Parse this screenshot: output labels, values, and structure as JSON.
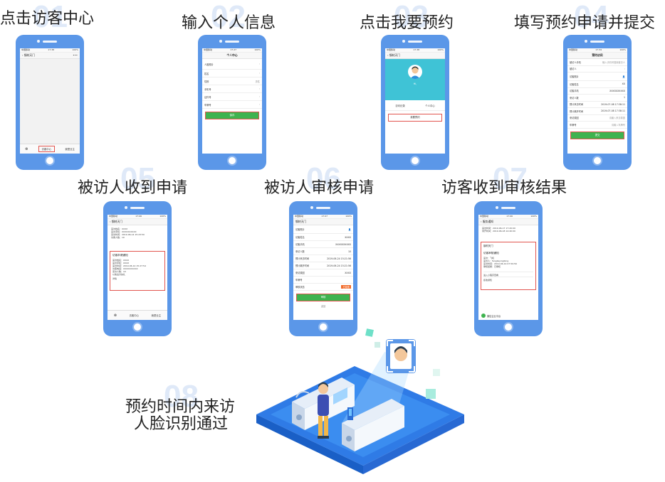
{
  "steps": [
    {
      "num": "01",
      "title": "点击访客中心",
      "screen": {
        "nav": "钢材天门",
        "tabs": [
          "访客中心",
          "我是业主"
        ]
      }
    },
    {
      "num": "02",
      "title": "输入个人信息",
      "screen": {
        "nav": "个人中心",
        "rows": [
          "人脸照片",
          "姓名",
          "性别",
          "手机号",
          "证件号",
          "车牌号"
        ],
        "gender": "男性",
        "button": "保存"
      }
    },
    {
      "num": "03",
      "title": "点击我要预约",
      "screen": {
        "nav": "钢材天门",
        "avatar_label": "Hi,",
        "buttons": [
          "访问记录",
          "个人中心"
        ],
        "primary": "我要预约"
      }
    },
    {
      "num": "04",
      "title": "填写预约申请并提交",
      "screen": {
        "nav": "预约访问",
        "rows": [
          "被访人手机",
          "被访人",
          "访客照片",
          "访客姓名",
          "访客手机",
          "来访人数",
          "预计来访时间",
          "预计离开时间",
          "来访原因",
          "车牌号"
        ],
        "values": [
          "输入手机号搜索被访人",
          "",
          "",
          "XX",
          "XXXXXXXXXX",
          "1",
          "2019-07-08 17:38:11",
          "2019-07-08 17:38:11",
          "请输入来访原因",
          "请输入车牌号"
        ],
        "button": "提交"
      }
    },
    {
      "num": "05",
      "title": "被访人收到申请",
      "screen": {
        "nav": "钢材天门",
        "lines": [
          "来访姓名：XXXX",
          "来访手机：XXXXXXXXXX",
          "来访时间：2019-06-14 15:23:50",
          "访客人数：10"
        ],
        "card_title": "访客申请通知",
        "card_lines": [
          "来访姓名：XXXX",
          "来访手机：XXXX",
          "来访时间：2019-06-14 15:27:54",
          "访客电话：XXXXXXXXXX",
          "来访人数：10",
          "以免后方失礼",
          "详情"
        ],
        "tabs": [
          "访客中心",
          "我是业主"
        ]
      }
    },
    {
      "num": "06",
      "title": "被访人审核申请",
      "screen": {
        "nav": "钢材天门",
        "rows": [
          "访客照片",
          "访客姓名",
          "访客手机",
          "来访人数",
          "预计来访时间",
          "预计离开时间",
          "来访原因",
          "车牌号",
          "审核状态"
        ],
        "values": [
          "",
          "XXXX",
          "XXXXXXXXXX",
          "10",
          "2019-06-24 15:21:56",
          "2019-06-24 15:21:56",
          "XXXX",
          "",
          "已拒绝"
        ],
        "button": "审核",
        "sub": "返回"
      }
    },
    {
      "num": "07",
      "title": "访客收到审核结果",
      "screen": {
        "nav": "服务通知",
        "lines": [
          "来访时间：2019-06-17 17:20:00",
          "离开时间：2019-06-18 14:40:00"
        ],
        "card_head": "钢材天门",
        "card_title": "访客审核通知",
        "card_lines": [
          "来访：飞机",
          "来访人：fangkeyingbing",
          "来访时间：2019-06-19 07:59:56",
          "审核结果：已审核"
        ],
        "links": [
          "进入小程序查看",
          "拒收通知"
        ],
        "footer": "微信企业平台"
      }
    }
  ],
  "step8": {
    "num": "08",
    "title_line1": "预约时间内来访",
    "title_line2": "人脸识别通过"
  }
}
